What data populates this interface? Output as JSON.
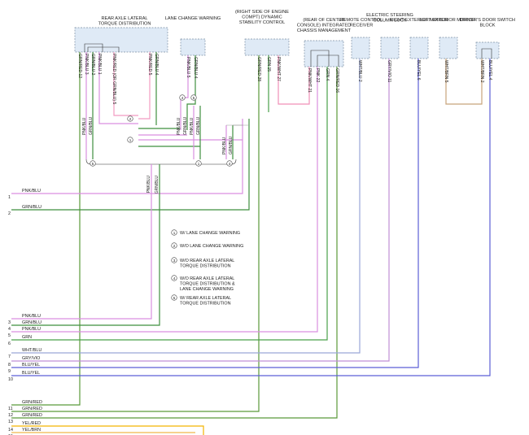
{
  "components": {
    "rear_axle": "REAR AXLE LATERAL TORQUE DISTRIBUTION",
    "lane_change": "LANE CHANGE WARNING",
    "dsc": "(RIGHT SIDE OF ENGINE COMPT) DYNAMIC STABILITY CONTROL",
    "icm": "(REAR OF CENTER CONSOLE) INTEGRATED CHASSIS MANAGEMENT",
    "remote": "REMOTE CONTROL RECEIVER",
    "steering": "ELECTRIC STEERING COLUMN LOCK",
    "right_mirror": "RIGHT EXTERIOR MIRROR",
    "left_mirror": "LEFT EXTERIOR MIRROR",
    "door_switch": "DRIVER'S DOOR SWITCH BLOCK"
  },
  "pins": {
    "rear_axle": [
      "GRN/RED 12",
      "PNK/BLU 3",
      "GRN/BLU 2",
      "PNK/BLU 1",
      "PNK/RED (OR GRN/BLU) 5",
      "PNK/RED 5",
      "GRN/BLU 4"
    ],
    "lane_change": [
      "PNK/BLU 5",
      "GRN/BLU 4"
    ],
    "dsc": [
      "GRN/RED 28",
      "GRN 15",
      "PNK/WHT 27"
    ],
    "icm": [
      "PNK/WHT 21",
      "PNK 22",
      "GRN 4",
      "GRN/RED 16"
    ],
    "remote": [
      "WHT/BLU 2"
    ],
    "steering": [
      "GRY/VIO 11"
    ],
    "right_mirror": [
      "BLU/YEL 6"
    ],
    "left_mirror": [
      "WHT/BRN 5"
    ],
    "door_switch": [
      "WHT/BRN 2",
      "BLU/YEL 4"
    ]
  },
  "splice_wires": [
    "PNK/BLU",
    "GRN/BLU",
    "PNK/BLU",
    "GRN/BLU",
    "PNK/BLU",
    "GRN/BLU",
    "PNK/BLU",
    "GRN/BLU"
  ],
  "connector_lines": [
    {
      "num": "1",
      "label": "PNK/BLU"
    },
    {
      "num": "2",
      "label": "GRN/BLU"
    },
    {
      "num": "3",
      "label": "PNK/BLU"
    },
    {
      "num": "4",
      "label": "GRN/BLU"
    },
    {
      "num": "5",
      "label": "PNK/BLU"
    },
    {
      "num": "6",
      "label": "GRN"
    },
    {
      "num": "7",
      "label": "WHT/BLU"
    },
    {
      "num": "8",
      "label": "GRY/VIO"
    },
    {
      "num": "9",
      "label": "BLU/YEL"
    },
    {
      "num": "10",
      "label": "BLU/YEL"
    },
    {
      "num": "11",
      "label": "GRN/RED"
    },
    {
      "num": "12",
      "label": "GRN/RED"
    },
    {
      "num": "13",
      "label": "GRN/RED"
    },
    {
      "num": "14",
      "label": "YEL/RED"
    },
    {
      "num": "15",
      "label": "YEL/BRN"
    }
  ],
  "notes": [
    {
      "n": "1",
      "text": "W/ LANE CHANGE WARNING"
    },
    {
      "n": "2",
      "text": "W/O LANE CHANGE WARNING"
    },
    {
      "n": "3",
      "text": "W/O REAR AXLE LATERAL TORQUE DISTRIBUTION"
    },
    {
      "n": "4",
      "text": "W/O REAR AXLE LATERAL TORQUE DISTRIBUTION & LANE CHANGE WARNING"
    },
    {
      "n": "5",
      "text": "W/ REAR AXLE LATERAL TORQUE DISTRIBUTION"
    }
  ],
  "colors": {
    "pnk_blu": "#d98fe0",
    "grn_blu": "#3f8f3f",
    "grn_red": "#5a9a3a",
    "grn": "#49a049",
    "pnk": "#f29bc2",
    "pnk_wht": "#f08fb8",
    "wht_blu": "#9aa7d8",
    "gry_vio": "#c08fd6",
    "blu_yel": "#5c5fd6",
    "wht_brn": "#c8a37a",
    "yel_red": "#f4b400",
    "yel_brn": "#f1b84a"
  }
}
